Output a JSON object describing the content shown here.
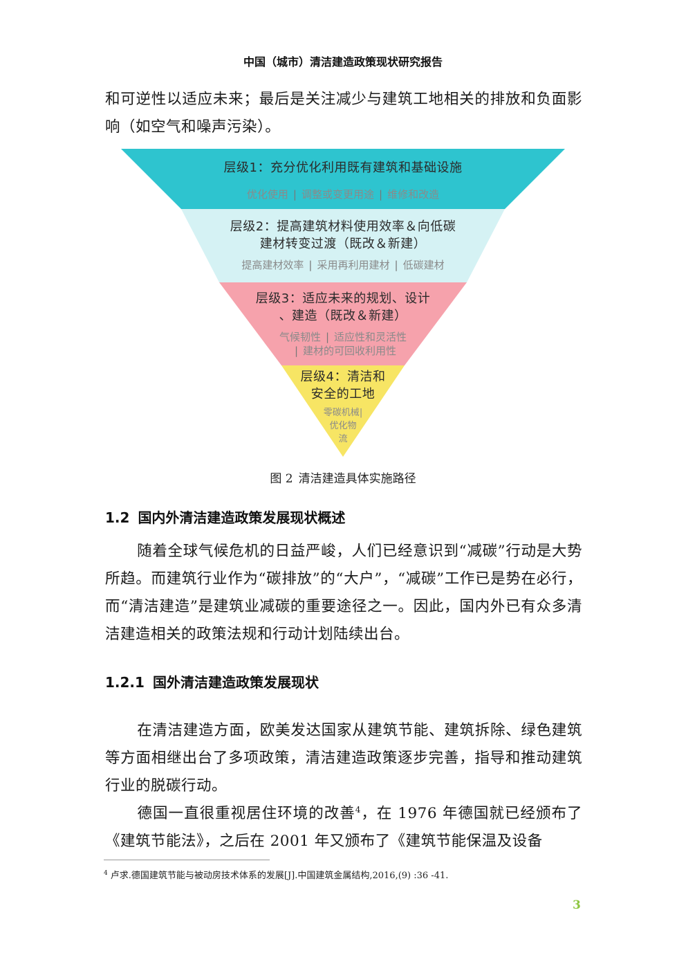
{
  "header": {
    "title": "中国（城市）清洁建造政策现状研究报告"
  },
  "intro_paragraph": "和可逆性以适应未来；最后是关注减少与建筑工地相关的排放和负面影响（如空气和噪声污染）。",
  "figure": {
    "tiers": [
      {
        "title_lines": [
          "层级1：充分优化利用既有建筑和基础设施"
        ],
        "items": [
          "优化使用",
          "调整或变更用途",
          "维修和改造"
        ],
        "color": "#2ec4cf"
      },
      {
        "title_lines": [
          "层级2：提高建筑材料使用效率＆向低碳",
          "建材转变过渡（既改＆新建）"
        ],
        "items": [
          "提高建材效率",
          "采用再利用建材",
          "低碳建材"
        ],
        "color": "#d5f2f4"
      },
      {
        "title_lines": [
          "层级3：适应未来的规划、设计",
          "、建造（既改＆新建）"
        ],
        "items": [
          "气候韧性",
          "适应性和灵活性",
          "建材的可回收利用性"
        ],
        "color": "#f6a2ac"
      },
      {
        "title_lines": [
          "层级4：清洁和",
          "安全的工地"
        ],
        "items": [
          "零碳机械",
          "优化物",
          "流"
        ],
        "color": "#f7e564"
      }
    ],
    "caption_number": "图 2",
    "caption_text": "清洁建造具体实施路径"
  },
  "section_1_2": {
    "number": "1.2",
    "title": "国内外清洁建造政策发展现状概述"
  },
  "paragraph_1": "随着全球气候危机的日益严峻，人们已经意识到“减碳”行动是大势所趋。而建筑行业作为“碳排放”的“大户”，“减碳”工作已是势在必行，而“清洁建造”是建筑业减碳的重要途径之一。因此，国内外已有众多清洁建造相关的政策法规和行动计划陆续出台。",
  "section_1_2_1": {
    "number": "1.2.1",
    "title": "国外清洁建造政策发展现状"
  },
  "paragraph_2": "在清洁建造方面，欧美发达国家从建筑节能、建筑拆除、绿色建筑等方面相继出台了多项政策，清洁建造政策逐步完善，指导和推动建筑行业的脱碳行动。",
  "paragraph_3": {
    "before_ref": "德国一直很重视居住环境的改善",
    "ref": "4",
    "after_ref": "，在 1976 年德国就已经颁布了《建筑节能法》，之后在 2001 年又颁布了《建筑节能保温及设备"
  },
  "footnote": {
    "mark": "4",
    "text": "卢求.德国建筑节能与被动房技术体系的发展[J].中国建筑金属结构,2016,(9) :36 -41."
  },
  "page_number": "3"
}
